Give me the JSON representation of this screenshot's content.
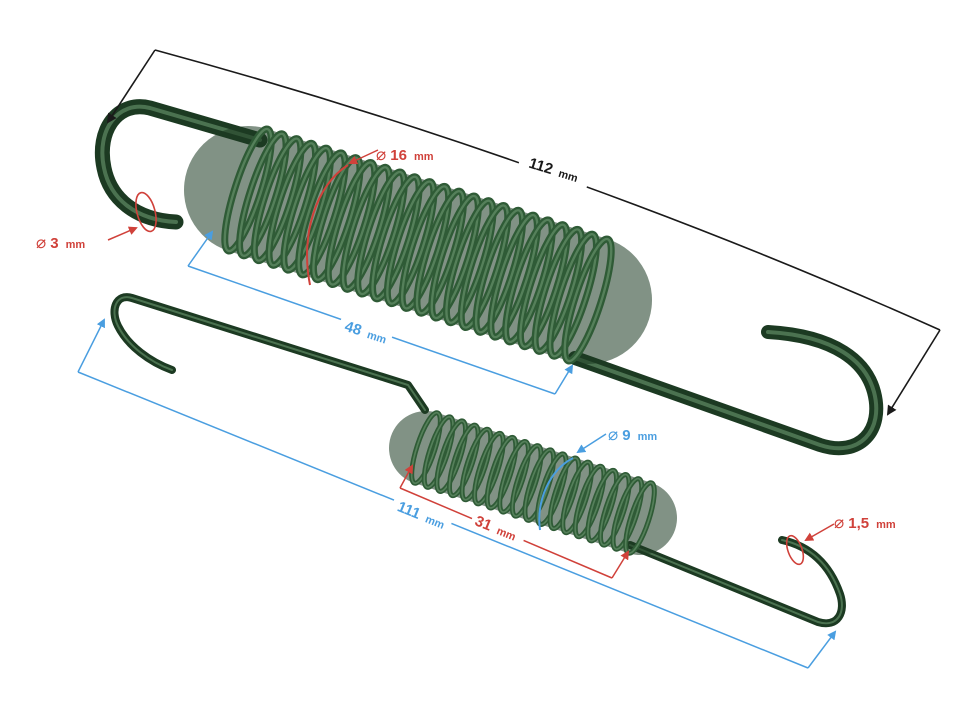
{
  "colors": {
    "black": "#1a1a1a",
    "red": "#d0413a",
    "blue": "#4a9ee0",
    "spring_dark": "#1c3a22",
    "spring_mid": "#2f5b36",
    "spring_light": "#5f8a64"
  },
  "large_spring": {
    "overall_length": {
      "value": "112",
      "unit": "mm"
    },
    "body_length": {
      "value": "48",
      "unit": "mm"
    },
    "coil_diameter": {
      "symbol": "⌀",
      "value": "16",
      "unit": "mm"
    },
    "wire_diameter": {
      "symbol": "⌀",
      "value": "3",
      "unit": "mm"
    }
  },
  "small_spring": {
    "overall_length": {
      "value": "111",
      "unit": "mm"
    },
    "body_length": {
      "value": "31",
      "unit": "mm"
    },
    "coil_diameter": {
      "symbol": "⌀",
      "value": "9",
      "unit": "mm"
    },
    "wire_diameter": {
      "symbol": "⌀",
      "value": "1,5",
      "unit": "mm"
    }
  }
}
